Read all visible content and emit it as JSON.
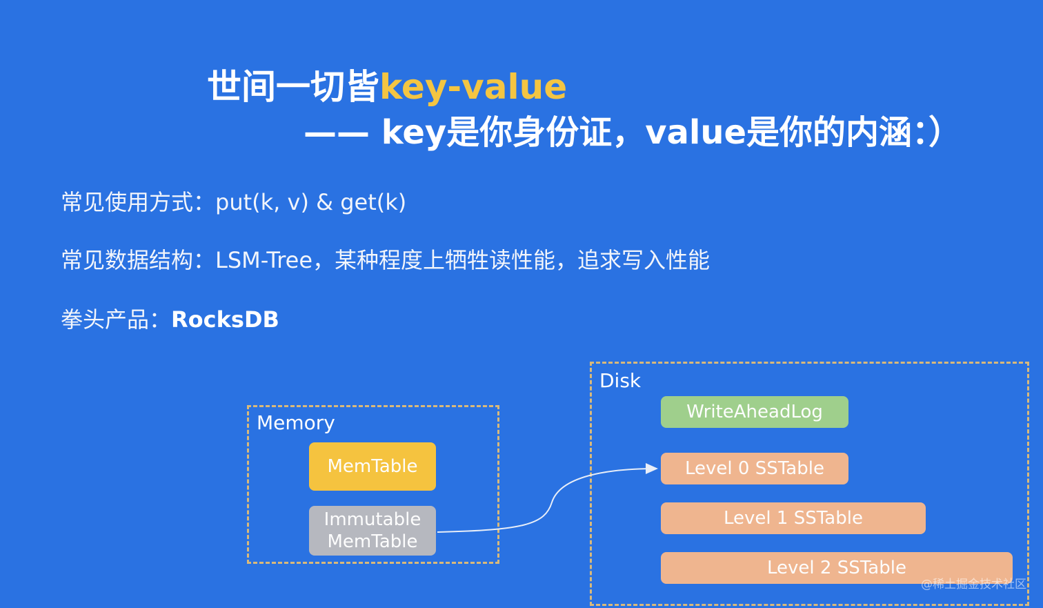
{
  "title": {
    "line1_prefix": "世间一切皆",
    "line1_accent": "key-value",
    "line2": "—— key是你身份证，value是你的内涵：）"
  },
  "bullets": {
    "usage_label": "常见使用方式：",
    "usage_value": "put(k, v) & get(k)",
    "structure_label": "常见数据结构：",
    "structure_value": "LSM-Tree，某种程度上牺牲读性能，追求写入性能",
    "product_label": "拳头产品：",
    "product_value": "RocksDB"
  },
  "diagram": {
    "memory": {
      "label": "Memory",
      "memtable": "MemTable",
      "immutable_line1": "Immutable",
      "immutable_line2": "MemTable"
    },
    "disk": {
      "label": "Disk",
      "wal": "WriteAheadLog",
      "level0": "Level 0 SSTable",
      "level1": "Level 1 SSTable",
      "level2": "Level 2 SSTable"
    }
  },
  "watermark": "@稀土掘金技术社区",
  "colors": {
    "background": "#2a72e2",
    "accent": "#f4c542",
    "memtable": "#f5c33f",
    "immutable": "#b6b8bf",
    "wal": "#9fcf8c",
    "sstable": "#efb58f",
    "dashed_border": "#d9b97a"
  }
}
